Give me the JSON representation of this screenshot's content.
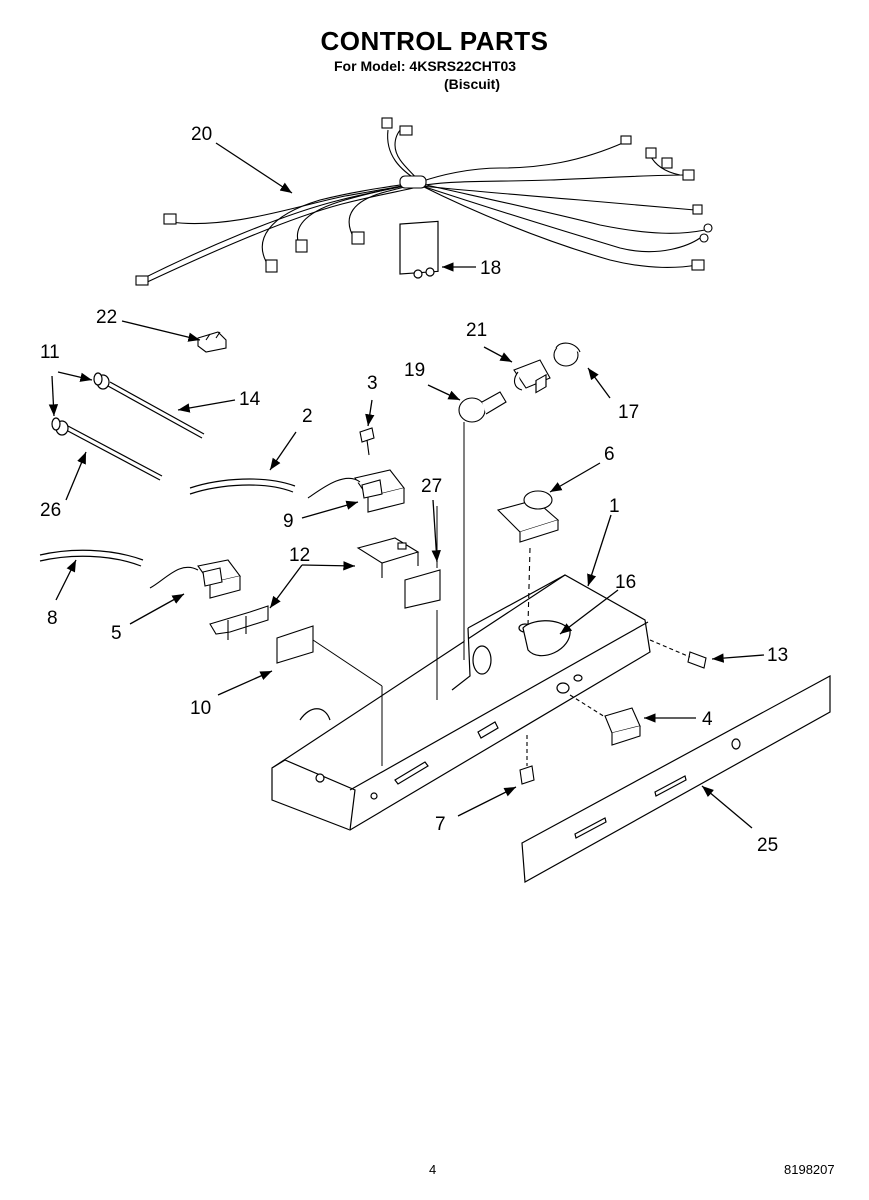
{
  "title": "CONTROL PARTS",
  "model_line": "For Model: 4KSRS22CHT03",
  "color_line": "(Biscuit)",
  "page_number": "4",
  "document_number": "8198207",
  "callouts": [
    {
      "id": "c20",
      "label": "20"
    },
    {
      "id": "c18",
      "label": "18"
    },
    {
      "id": "c22",
      "label": "22"
    },
    {
      "id": "c21",
      "label": "21"
    },
    {
      "id": "c11",
      "label": "11"
    },
    {
      "id": "c14",
      "label": "14"
    },
    {
      "id": "c3",
      "label": "3"
    },
    {
      "id": "c19",
      "label": "19"
    },
    {
      "id": "c17",
      "label": "17"
    },
    {
      "id": "c2",
      "label": "2"
    },
    {
      "id": "c6",
      "label": "6"
    },
    {
      "id": "c27",
      "label": "27"
    },
    {
      "id": "c26",
      "label": "26"
    },
    {
      "id": "c9",
      "label": "9"
    },
    {
      "id": "c1",
      "label": "1"
    },
    {
      "id": "c12",
      "label": "12"
    },
    {
      "id": "c16",
      "label": "16"
    },
    {
      "id": "c8",
      "label": "8"
    },
    {
      "id": "c5",
      "label": "5"
    },
    {
      "id": "c13",
      "label": "13"
    },
    {
      "id": "c10",
      "label": "10"
    },
    {
      "id": "c4",
      "label": "4"
    },
    {
      "id": "c7",
      "label": "7"
    },
    {
      "id": "c25",
      "label": "25"
    }
  ]
}
